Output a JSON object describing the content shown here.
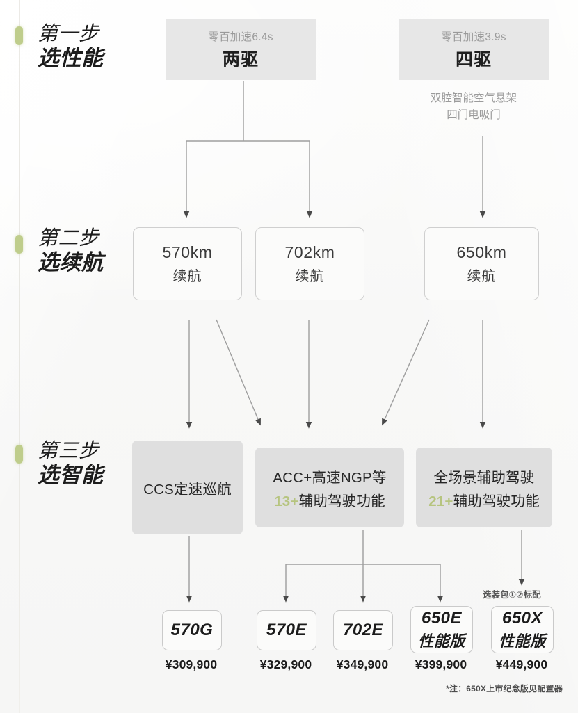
{
  "theme": {
    "background": "#f8f8f7",
    "accent_green": "#bfcd8c",
    "card_grey": "#e7e7e7",
    "intel_grey": "#dfdfdf",
    "card_white": "#fbfbfa",
    "text_dark": "#1b1b1b",
    "text_muted": "#9a9a9a"
  },
  "steps": [
    {
      "ordinal": "第一步",
      "title": "选性能"
    },
    {
      "ordinal": "第二步",
      "title": "选续航"
    },
    {
      "ordinal": "第三步",
      "title": "选智能"
    }
  ],
  "drivetrains": [
    {
      "accel_label": "零百加速6.4s",
      "name": "两驱",
      "extras": []
    },
    {
      "accel_label": "零百加速3.9s",
      "name": "四驱",
      "extras": [
        "双腔智能空气悬架",
        "四门电吸门"
      ]
    }
  ],
  "ranges": [
    {
      "distance": "570km",
      "label": "续航"
    },
    {
      "distance": "702km",
      "label": "续航"
    },
    {
      "distance": "650km",
      "label": "续航"
    }
  ],
  "intelligence": [
    {
      "line1": "CCS定速巡航",
      "count": "",
      "line2": ""
    },
    {
      "line1": "ACC+高速NGP等",
      "count": "13+",
      "line2": "辅助驾驶功能"
    },
    {
      "line1": "全场景辅助驾驶",
      "count": "21+",
      "line2": "辅助驾驶功能"
    }
  ],
  "trims": [
    {
      "name": "570G",
      "name2": "",
      "price": "¥309,900"
    },
    {
      "name": "570E",
      "name2": "",
      "price": "¥329,900"
    },
    {
      "name": "702E",
      "name2": "",
      "price": "¥349,900"
    },
    {
      "name": "650E",
      "name2": "性能版",
      "price": "¥399,900"
    },
    {
      "name": "650X",
      "name2": "性能版",
      "price": "¥449,900"
    }
  ],
  "annotations": {
    "option_pack": "选装包①②标配",
    "footnote": "*注：650X上市纪念版见配置器"
  }
}
